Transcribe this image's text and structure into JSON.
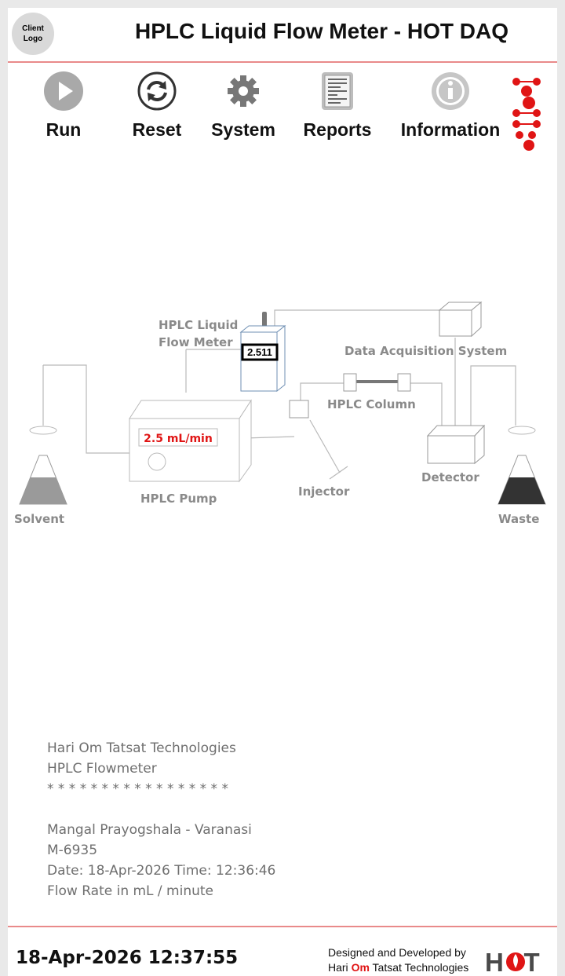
{
  "header": {
    "logo_text": "Client\nLogo",
    "title": "HPLC Liquid Flow Meter - HOT DAQ"
  },
  "toolbar": {
    "items": [
      {
        "label": "Run",
        "icon": "play-icon"
      },
      {
        "label": "Reset",
        "icon": "refresh-icon"
      },
      {
        "label": "System",
        "icon": "gear-icon"
      },
      {
        "label": "Reports",
        "icon": "document-icon"
      },
      {
        "label": "Information",
        "icon": "info-icon"
      }
    ],
    "status_icon": "network-status-icon",
    "status_color": "#e01515"
  },
  "diagram": {
    "flow_meter_label_1": "HPLC Liquid",
    "flow_meter_label_2": "Flow Meter",
    "flow_meter_reading": "2.511",
    "daq_label": "Data Acquisition System",
    "column_label": "HPLC Column",
    "pump_display": "2.5 mL/min",
    "pump_label": "HPLC Pump",
    "injector_label": "Injector",
    "detector_label": "Detector",
    "solvent_label": "Solvent",
    "waste_label": "Waste"
  },
  "info": {
    "company": "Hari Om Tatsat Technologies",
    "product": "HPLC Flowmeter",
    "separator": "* * * * * * * * * * * * * * * * *",
    "lab": "Mangal Prayogshala - Varanasi",
    "model": "M-6935",
    "datetime": "Date: 18-Apr-2026 Time: 12:36:46",
    "units": "Flow Rate in mL / minute"
  },
  "footer": {
    "clock": "18-Apr-2026 12:37:55",
    "credit_line1": "Designed and Developed  by",
    "credit_hari": "Hari ",
    "credit_om": "Om",
    "credit_rest": " Tatsat Technologies",
    "brand": "HOT",
    "brand_color": "#e01515"
  }
}
